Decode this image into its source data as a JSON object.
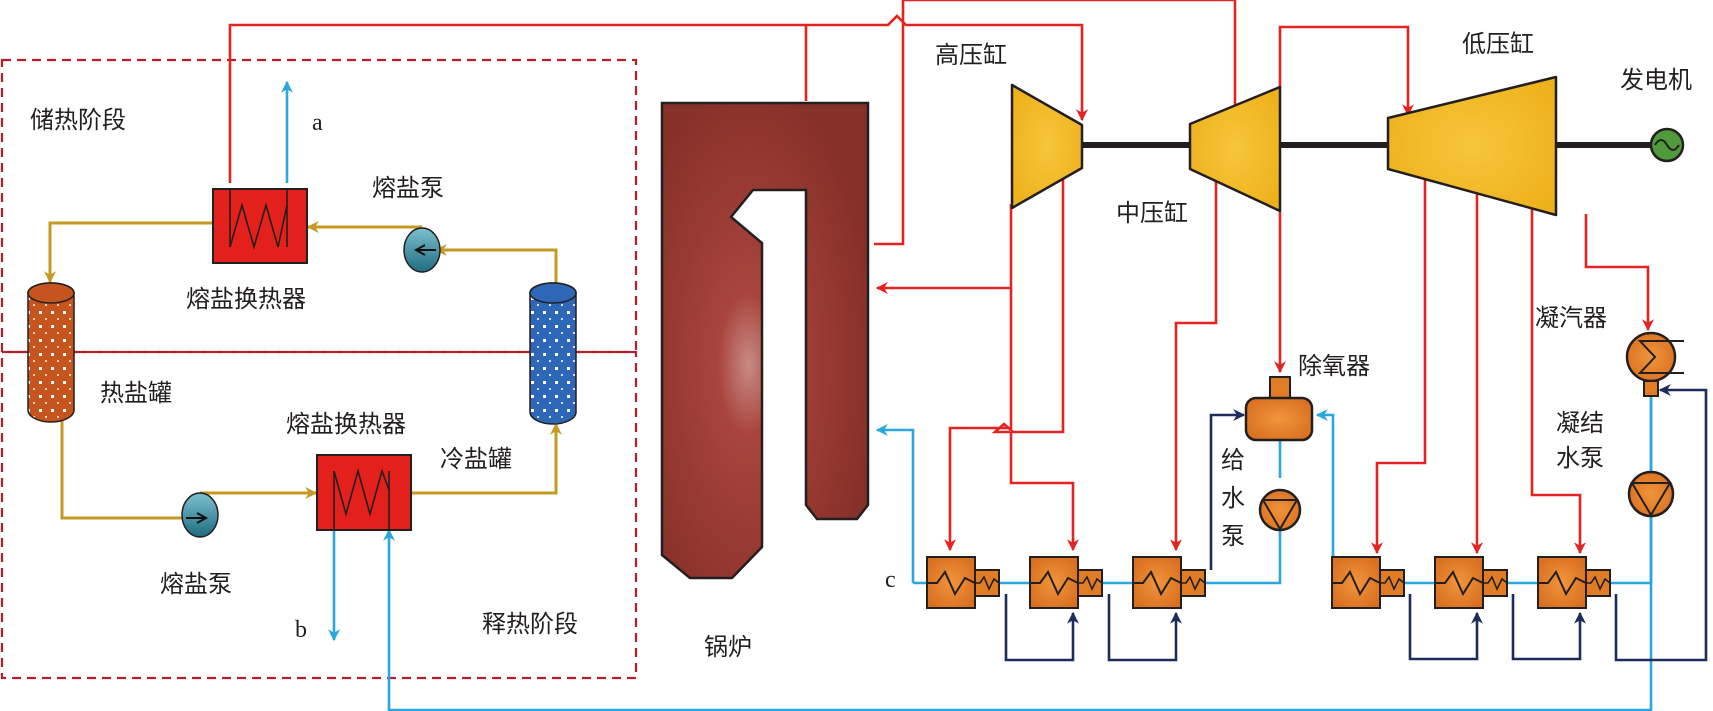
{
  "diagram": {
    "title": "熔盐储热耦合燃煤机组系统示意图",
    "regions": {
      "storage_phase": "储热阶段",
      "release_phase": "释热阶段"
    },
    "components": {
      "boiler": "锅炉",
      "hp_turbine": "高压缸",
      "ip_turbine": "中压缸",
      "lp_turbine": "低压缸",
      "generator": "发电机",
      "condenser": "凝汽器",
      "deaerator": "除氧器",
      "feedwater_pump": [
        "给",
        "水",
        "泵"
      ],
      "condensate_pump": [
        "凝结",
        "水泵"
      ],
      "salt_hx_top": "熔盐换热器",
      "salt_hx_bottom": "熔盐换热器",
      "salt_pump_top": "熔盐泵",
      "salt_pump_bottom": "熔盐泵",
      "hot_tank": "热盐罐",
      "cold_tank": "冷盐罐"
    },
    "stream_labels": {
      "a": "a",
      "b": "b",
      "c": "c"
    },
    "colors": {
      "steam": "#e32422",
      "water": "#2aa7df",
      "drain": "#1d2c5c",
      "salt": "#c49a22",
      "boiler": "#8e3430",
      "turbine": "#f0b51f",
      "heater": "#e07b26",
      "hx": "#e3201c",
      "hot_tank": "#c5551c",
      "cold_tank": "#2f67b8",
      "pump": "#3a8ba0",
      "generator": "#4f9a3a",
      "dashed_border": "#b3202a"
    }
  }
}
